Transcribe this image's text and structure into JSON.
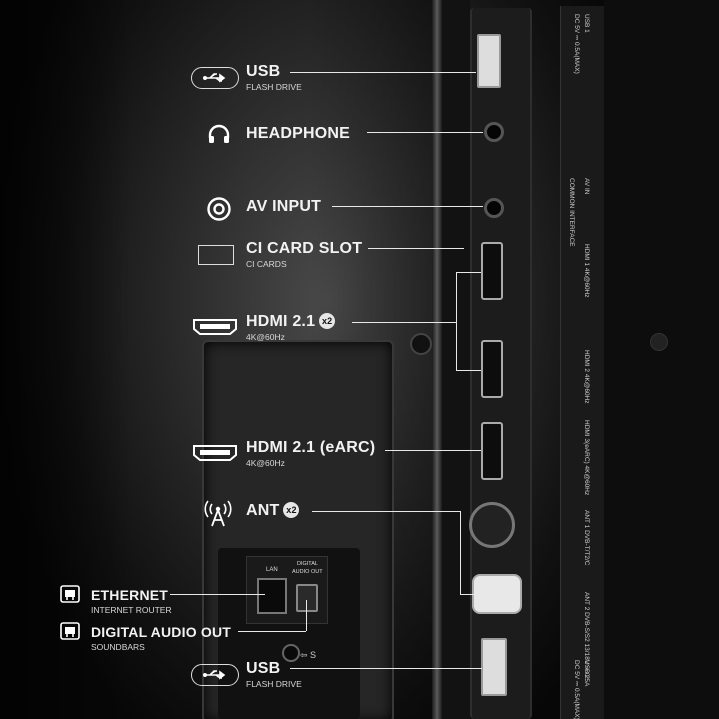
{
  "ports": [
    {
      "id": "usb-top",
      "title": "USB",
      "sub": "FLASH DRIVE",
      "badge": ""
    },
    {
      "id": "headphone",
      "title": "HEADPHONE",
      "sub": "",
      "badge": ""
    },
    {
      "id": "av-input",
      "title": "AV INPUT",
      "sub": "",
      "badge": ""
    },
    {
      "id": "ci-card",
      "title": "CI CARD SLOT",
      "sub": "CI CARDS",
      "badge": ""
    },
    {
      "id": "hdmi-21",
      "title": "HDMI 2.1",
      "sub": "4K@60Hz",
      "badge": "x2"
    },
    {
      "id": "hdmi-earc",
      "title": "HDMI 2.1 (eARC)",
      "sub": "4K@60Hz",
      "badge": ""
    },
    {
      "id": "ant",
      "title": "ANT",
      "sub": "",
      "badge": "x2"
    },
    {
      "id": "ethernet",
      "title": "ETHERNET",
      "sub": "INTERNET ROUTER",
      "badge": ""
    },
    {
      "id": "digital-audio",
      "title": "DIGITAL AUDIO OUT",
      "sub": "SOUNDBARS",
      "badge": ""
    },
    {
      "id": "usb-bottom",
      "title": "USB",
      "sub": "FLASH DRIVE",
      "badge": ""
    }
  ],
  "panel": {
    "lan_label": "LAN",
    "digital_label_1": "DIGITAL",
    "digital_label_2": "AUDIO OUT",
    "s_label": "S"
  },
  "side_print": {
    "usb1": "USB 1",
    "usb1_power": "DC 5V ⎓ 0.5A(MAX)",
    "common_interface": "COMMON INTERFACE",
    "av_in": "AV IN",
    "hdmi1": "HDMI 1 4K@60Hz",
    "hdmi2": "HDMI 2 4K@60Hz",
    "hdmi3": "HDMI 3(eARC) 4K@60Hz",
    "ant1": "ANT 1 DVB-T/T2/C",
    "ant2": "ANT 2 DVB-S/S2 13/18V ⎓ 0.5A",
    "usb2": "USB 2",
    "usb2_power": "DC 5V ⎓ 0.5A(MAX)"
  },
  "icons": [
    "usb-icon",
    "headphone-icon",
    "av-input-icon",
    "ci-card-icon",
    "hdmi-icon",
    "antenna-icon",
    "ethernet-icon"
  ]
}
